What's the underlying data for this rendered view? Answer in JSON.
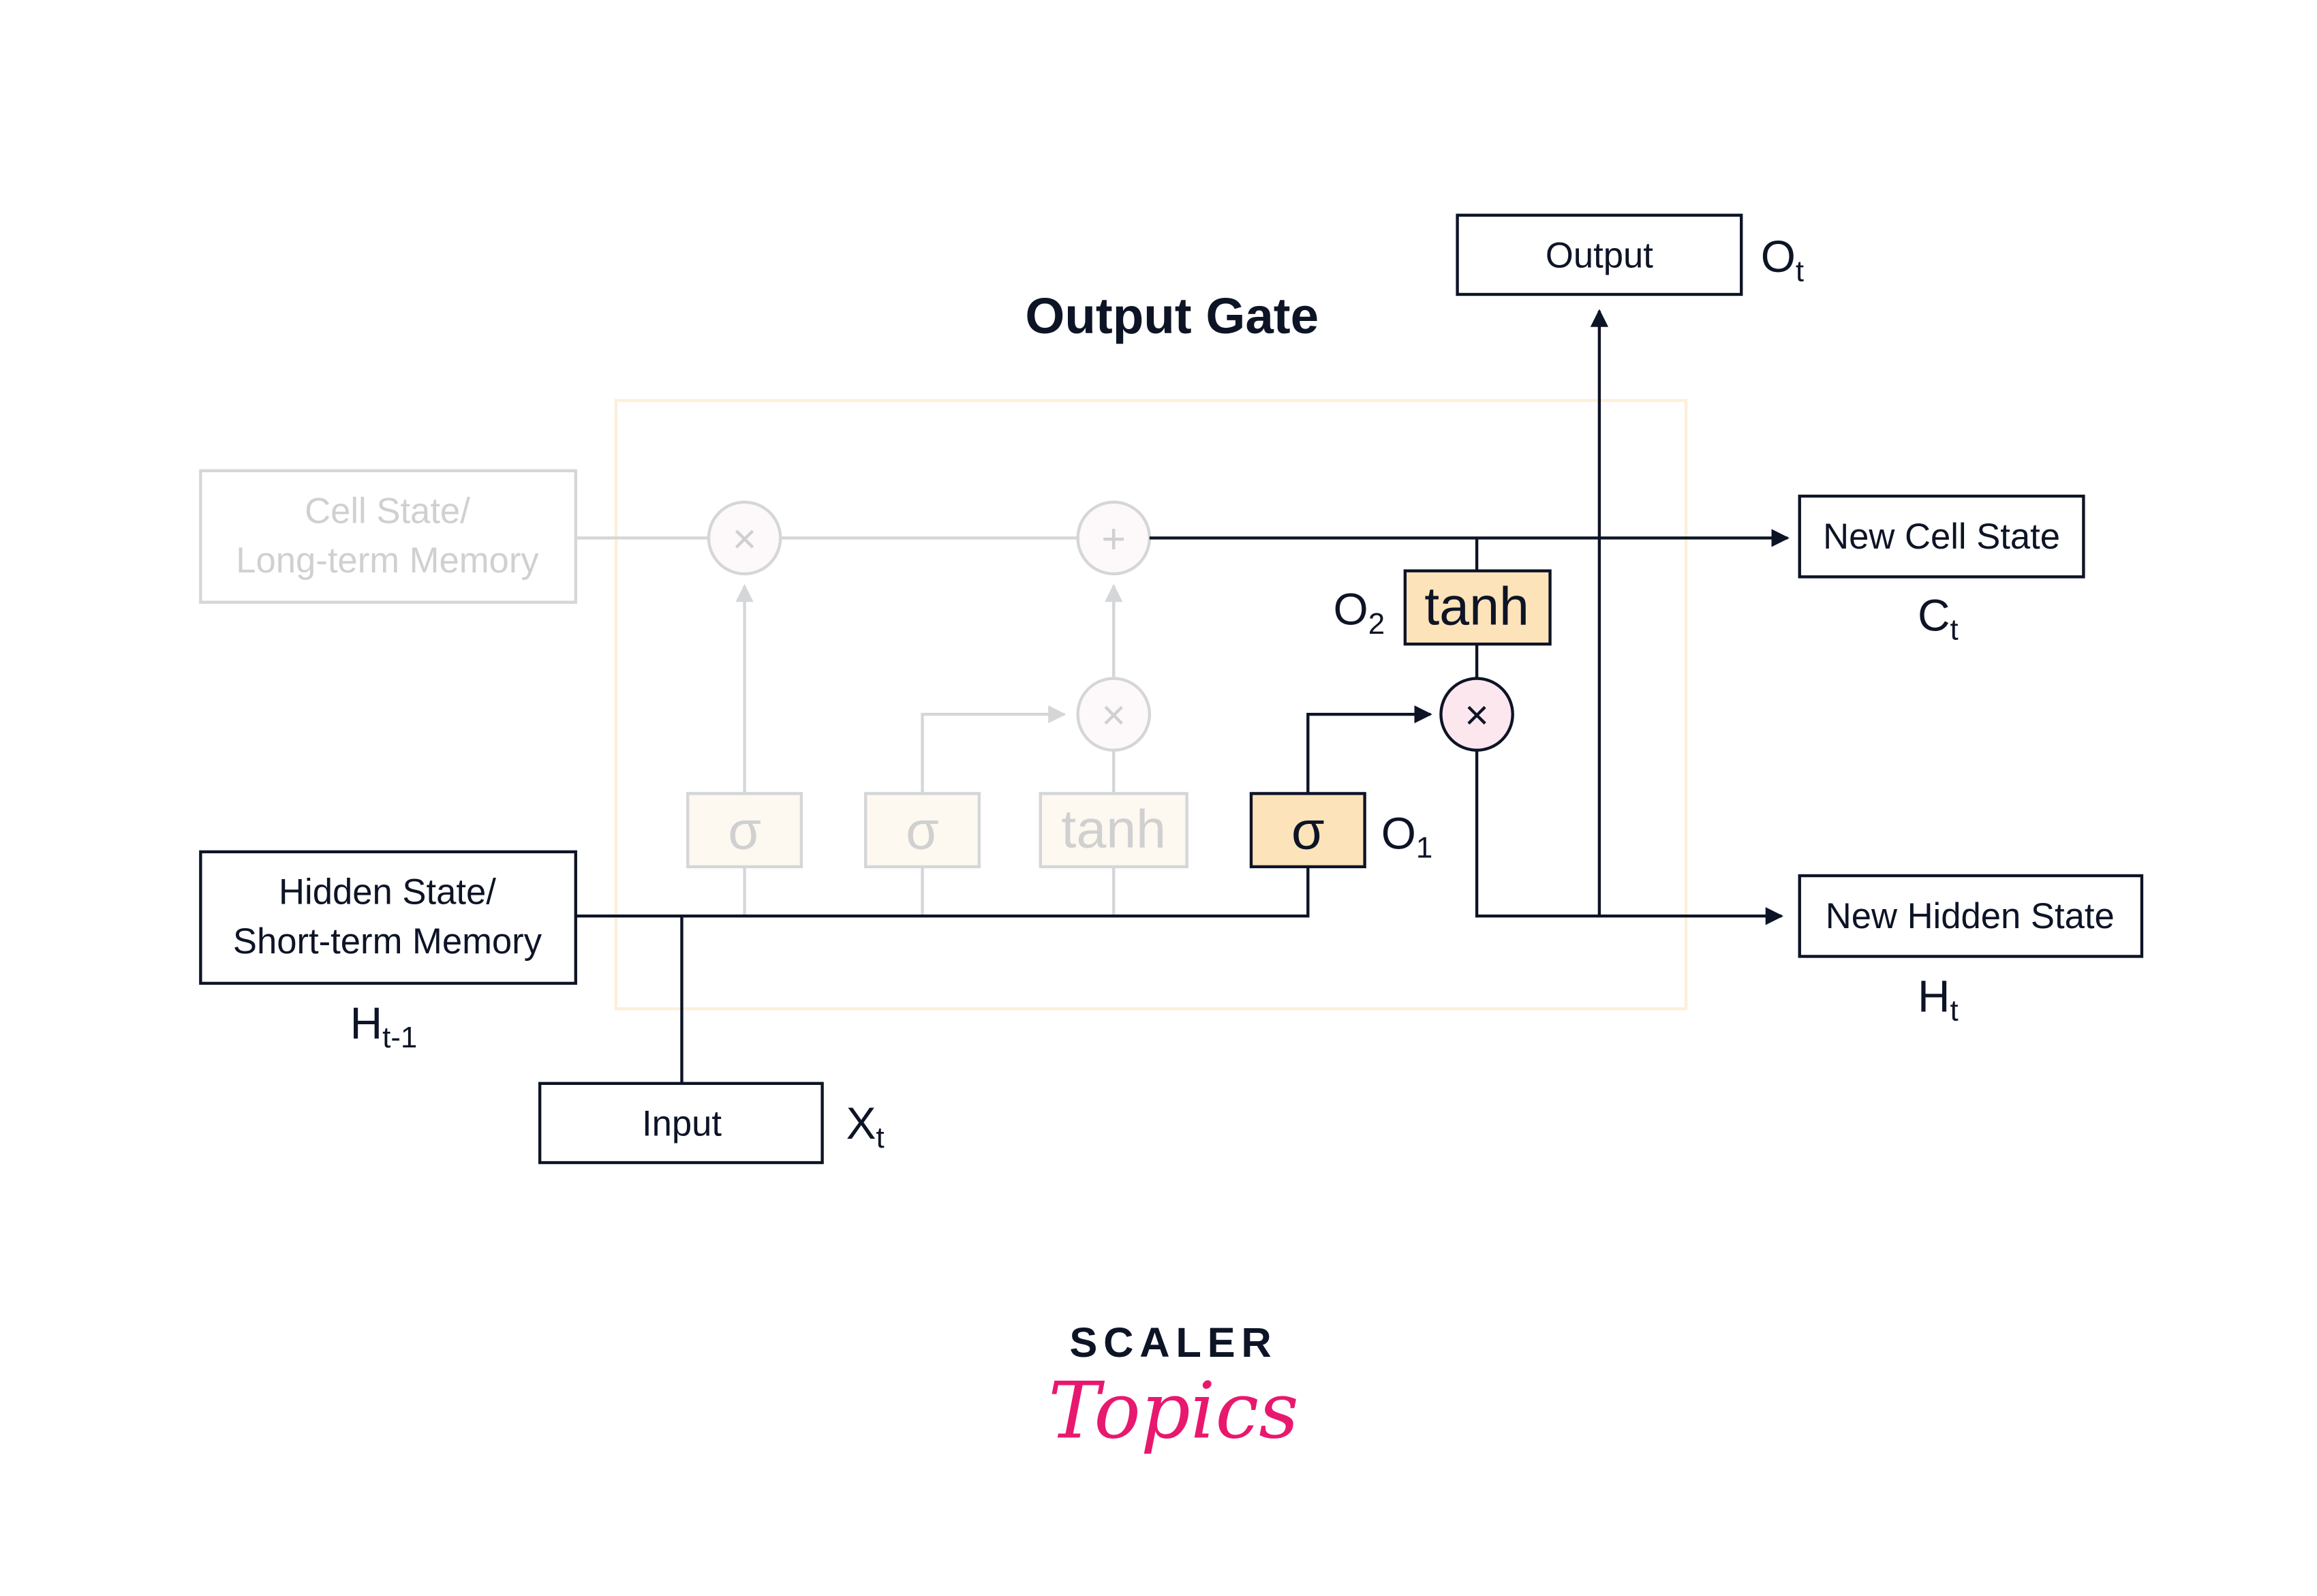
{
  "title": "Output Gate",
  "colors": {
    "stroke_dark": "#0d1426",
    "stroke_faded": "#d4d6d8",
    "gate_fill_active": "#fde3b9",
    "gate_fill_faded": "#fdf8f0",
    "op_fill_active": "#fde7ee",
    "op_fill_faded": "#fdf8fa",
    "frame": "#fdf0d8",
    "brand_dark": "#0d1426",
    "brand_pink": "#e8186f"
  },
  "boxes": {
    "output": "Output",
    "cell_state_line1": "Cell State/",
    "cell_state_line2": "Long-term Memory",
    "hidden_state_line1": "Hidden State/",
    "hidden_state_line2": "Short-term Memory",
    "input": "Input",
    "new_cell_state": "New Cell State",
    "new_hidden_state": "New Hidden State"
  },
  "symbols": {
    "output_main": "O",
    "output_sub": "t",
    "cell_main": "C",
    "cell_sub": "t",
    "hidden_prev_main": "H",
    "hidden_prev_sub": "t-1",
    "input_main": "X",
    "input_sub": "t",
    "hidden_new_main": "H",
    "hidden_new_sub": "t",
    "o1_main": "O",
    "o1_sub": "1",
    "o2_main": "O",
    "o2_sub": "2"
  },
  "gates": {
    "forget_sigma": "σ",
    "input_sigma": "σ",
    "candidate_tanh": "tanh",
    "output_sigma": "σ",
    "cell_tanh": "tanh"
  },
  "operators": {
    "multiply": "×",
    "add": "+"
  },
  "logo": {
    "line1": "SCALER",
    "line2": "Topics"
  }
}
